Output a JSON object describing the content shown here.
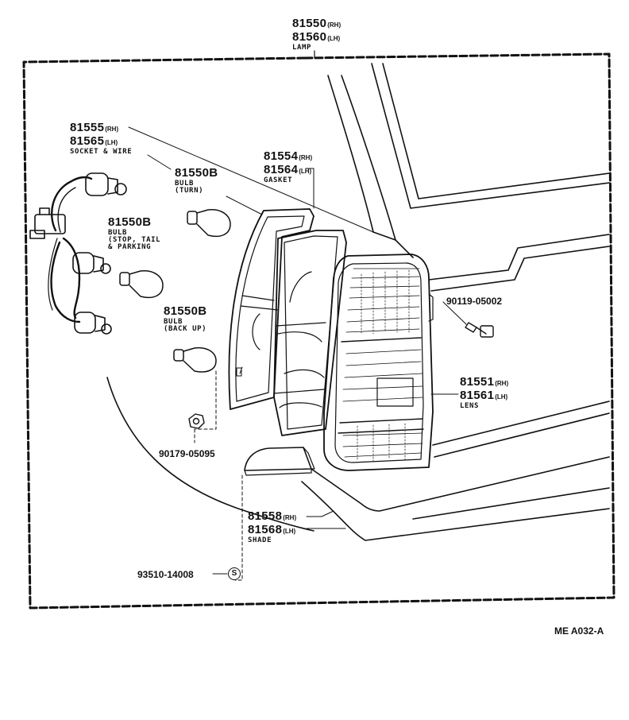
{
  "parts": {
    "lamp": {
      "pn_rh": "81550",
      "sfx_rh": "(RH)",
      "pn_lh": "81560",
      "sfx_lh": "(LH)",
      "desc": "LAMP"
    },
    "socket": {
      "pn_rh": "81555",
      "sfx_rh": "(RH)",
      "pn_lh": "81565",
      "sfx_lh": "(LH)",
      "desc": "SOCKET & WIRE"
    },
    "bulb_turn": {
      "pn": "81550B",
      "desc1": "BULB",
      "desc2": "(TURN)"
    },
    "bulb_stop": {
      "pn": "81550B",
      "desc1": "BULB",
      "desc2": "(STOP, TAIL",
      "desc3": "& PARKING"
    },
    "bulb_backup": {
      "pn": "81550B",
      "desc1": "BULB",
      "desc2": "(BACK UP)"
    },
    "gasket": {
      "pn_rh": "81554",
      "sfx_rh": "(RH)",
      "pn_lh": "81564",
      "sfx_lh": "(LH)",
      "desc": "GASKET"
    },
    "screw": {
      "pn": "90119-05002"
    },
    "nut": {
      "pn": "90179-05095"
    },
    "lens": {
      "pn_rh": "81551",
      "sfx_rh": "(RH)",
      "pn_lh": "81561",
      "sfx_lh": "(LH)",
      "desc": "LENS"
    },
    "shade": {
      "pn_rh": "81558",
      "sfx_rh": "(RH)",
      "pn_lh": "81568",
      "sfx_lh": "(LH)",
      "desc": "SHADE"
    },
    "clip": {
      "pn": "93510-14008",
      "symbol": "S"
    }
  },
  "diagram_ref": "ME A032-A"
}
